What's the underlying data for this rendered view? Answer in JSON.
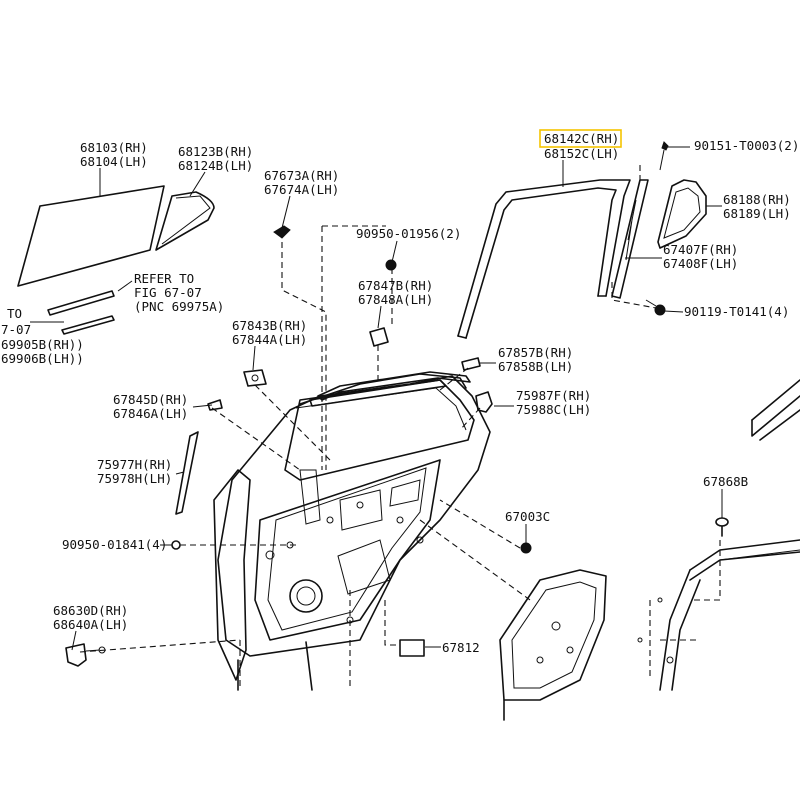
{
  "labels": {
    "p68103_rh": "68103(RH)",
    "p68104_lh": "68104(LH)",
    "p68123b_rh": "68123B(RH)",
    "p68124b_lh": "68124B(LH)",
    "p67673a_rh": "67673A(RH)",
    "p67674a_lh": "67674A(LH)",
    "p90950_01956": "90950-01956(2)",
    "refer_to": "REFER TO",
    "fig_67_07": "FIG 67-07",
    "pnc_69975a": "(PNC 69975A)",
    "to": "TO",
    "to_7_07": "7-07",
    "p69905b_rh": "69905B(RH))",
    "p69906b_lh": "69906B(LH))",
    "p67847b_rh": "67847B(RH)",
    "p67848a_lh": "67848A(LH)",
    "p67843b_rh": "67843B(RH)",
    "p67844a_lh": "67844A(LH)",
    "p67845d_rh": "67845D(RH)",
    "p67846a_lh": "67846A(LH)",
    "p75977h_rh": "75977H(RH)",
    "p75978h_lh": "75978H(LH)",
    "p90950_01841": "90950-01841(4)",
    "p68630d_rh": "68630D(RH)",
    "p68640a_lh": "68640A(LH)",
    "p68142c_rh": "68142C(RH)",
    "p68152c_lh": "68152C(LH)",
    "p90151_t0003": "90151-T0003(2)",
    "p68188_rh": "68188(RH)",
    "p68189_lh": "68189(LH)",
    "p67407f_rh": "67407F(RH)",
    "p67408f_lh": "67408F(LH)",
    "p90119_t0141": "90119-T0141(4)",
    "p67857b_rh": "67857B(RH)",
    "p67858b_lh": "67858B(LH)",
    "p75987f_rh": "75987F(RH)",
    "p75988c_lh": "75988C(LH)",
    "p67003c": "67003C",
    "p67868b": "67868B",
    "p67812": "67812"
  },
  "highlight_color": "#f5c400"
}
